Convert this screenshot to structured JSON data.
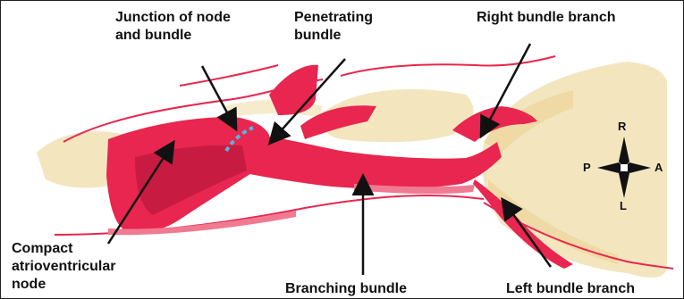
{
  "labels": {
    "junction": "Junction of node\nand bundle",
    "penetrating": "Penetrating\nbundle",
    "right_branch": "Right bundle branch",
    "compact_node": "Compact\natrioventricular\nnode",
    "branching": "Branching bundle",
    "left_branch": "Left bundle branch"
  },
  "compass": {
    "north": "R",
    "south": "L",
    "west": "P",
    "east": "A"
  },
  "colors": {
    "tissue_red": "#e8264f",
    "tissue_dark": "#c81b42",
    "tissue_pink": "#f07a92",
    "tissue_beige": "#f3e6bf",
    "junction_dash": "#4fb8e0"
  }
}
